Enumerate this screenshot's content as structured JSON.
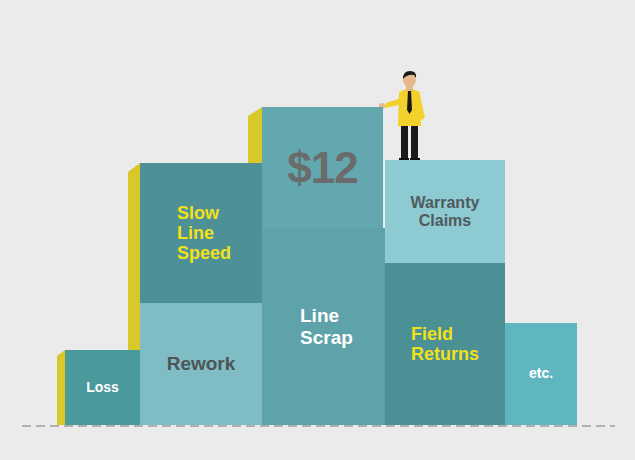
{
  "diagram": {
    "nodes": [
      {
        "text": [
          "Slow Line Speed"
        ]
      },
      {
        "text": [
          "$12"
        ]
      },
      {
        "text": [
          "Warranty Claims"
        ]
      },
      {
        "text": [
          "Loss"
        ]
      },
      {
        "text": [
          "Rework"
        ]
      },
      {
        "text": [
          "Line Scrap"
        ]
      },
      {
        "text": [
          "Field Returns"
        ]
      },
      {
        "text": [
          "etc."
        ]
      }
    ]
  }
}
